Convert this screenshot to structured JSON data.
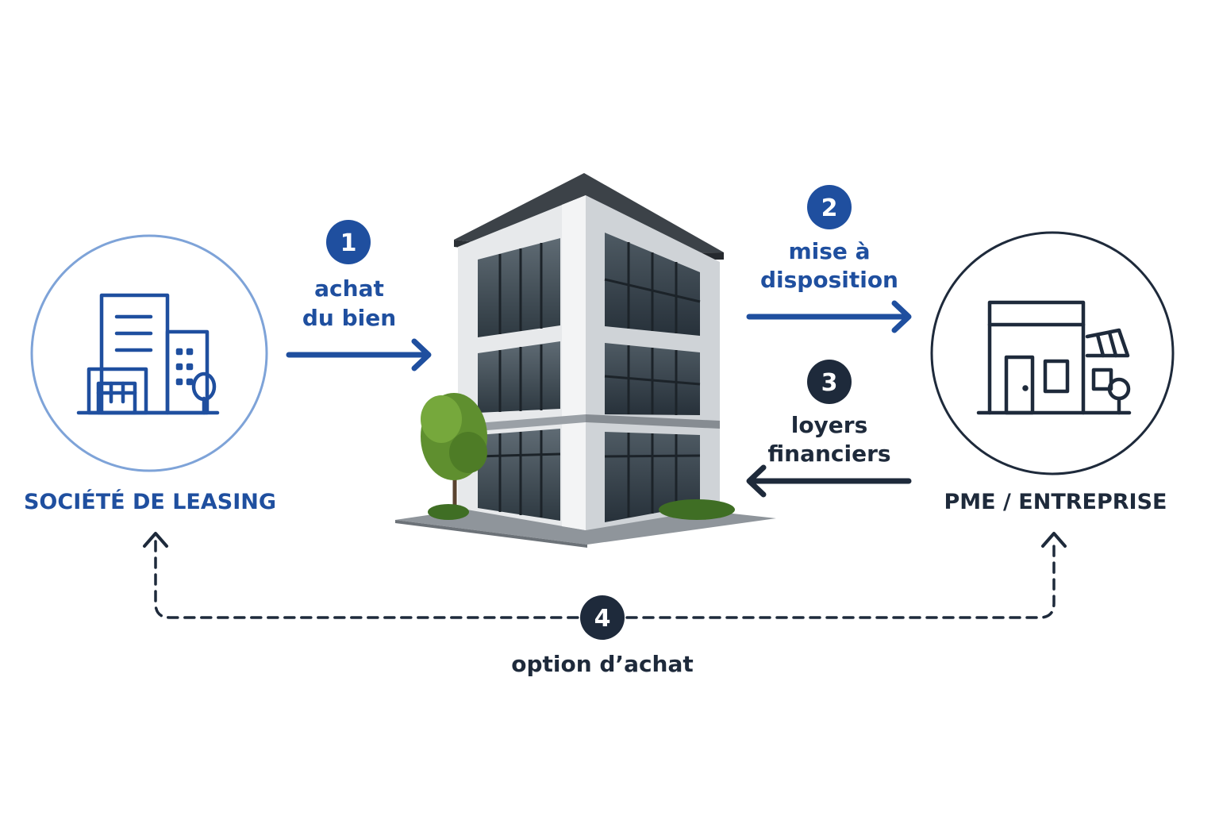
{
  "colors": {
    "blue": "#1f4f9f",
    "blue_light": "#7ea3d8",
    "navy": "#1e2a3b",
    "white": "#ffffff"
  },
  "left_party": {
    "label": "SOCIÉTÉ DE LEASING",
    "icon": "leasing-company-building-icon"
  },
  "right_party": {
    "label": "PME / ENTREPRISE",
    "icon": "storefront-icon"
  },
  "center_asset": {
    "icon": "office-building-icon"
  },
  "steps": [
    {
      "number": "1",
      "line1": "achat",
      "line2": "du bien"
    },
    {
      "number": "2",
      "line1": "mise à",
      "line2": "disposition"
    },
    {
      "number": "3",
      "line1": "loyers",
      "line2": "financiers"
    },
    {
      "number": "4",
      "line1": "option d’achat"
    }
  ]
}
